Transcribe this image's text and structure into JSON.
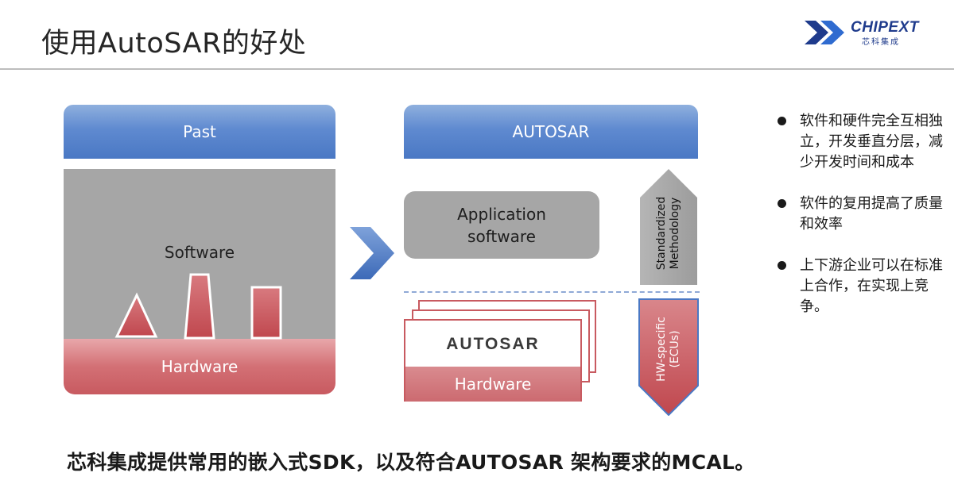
{
  "title": "使用AutoSAR的好处",
  "logo": {
    "name": "CHIPEXT",
    "subtitle": "芯科集成"
  },
  "past": {
    "header": "Past",
    "software_label": "Software",
    "hardware_label": "Hardware"
  },
  "autosar_side": {
    "header": "AUTOSAR",
    "app_line1": "Application",
    "app_line2": "software",
    "stack_logo": "AUTOSAR",
    "hardware_label": "Hardware",
    "up_arrow_line1": "Standardized",
    "up_arrow_line2": "Methodology",
    "down_arrow_line1": "HW-specific",
    "down_arrow_line2": "(ECUs)"
  },
  "bullets": [
    "软件和硬件完全互相独立，开发垂直分层，减少开发时间和成本",
    "软件的复用提高了质量和效率",
    "上下游企业可以在标准上合作，在实现上竞争。"
  ],
  "footer": "芯科集成提供常用的嵌入式SDK，以及符合AUTOSAR 架构要求的MCAL。",
  "colors": {
    "header_blue": "#4a78c4",
    "software_gray": "#a6a6a6",
    "hardware_red": "#c85a60",
    "chevron_blue": "#4a78c4",
    "logo_blue": "#1f3b8c"
  }
}
